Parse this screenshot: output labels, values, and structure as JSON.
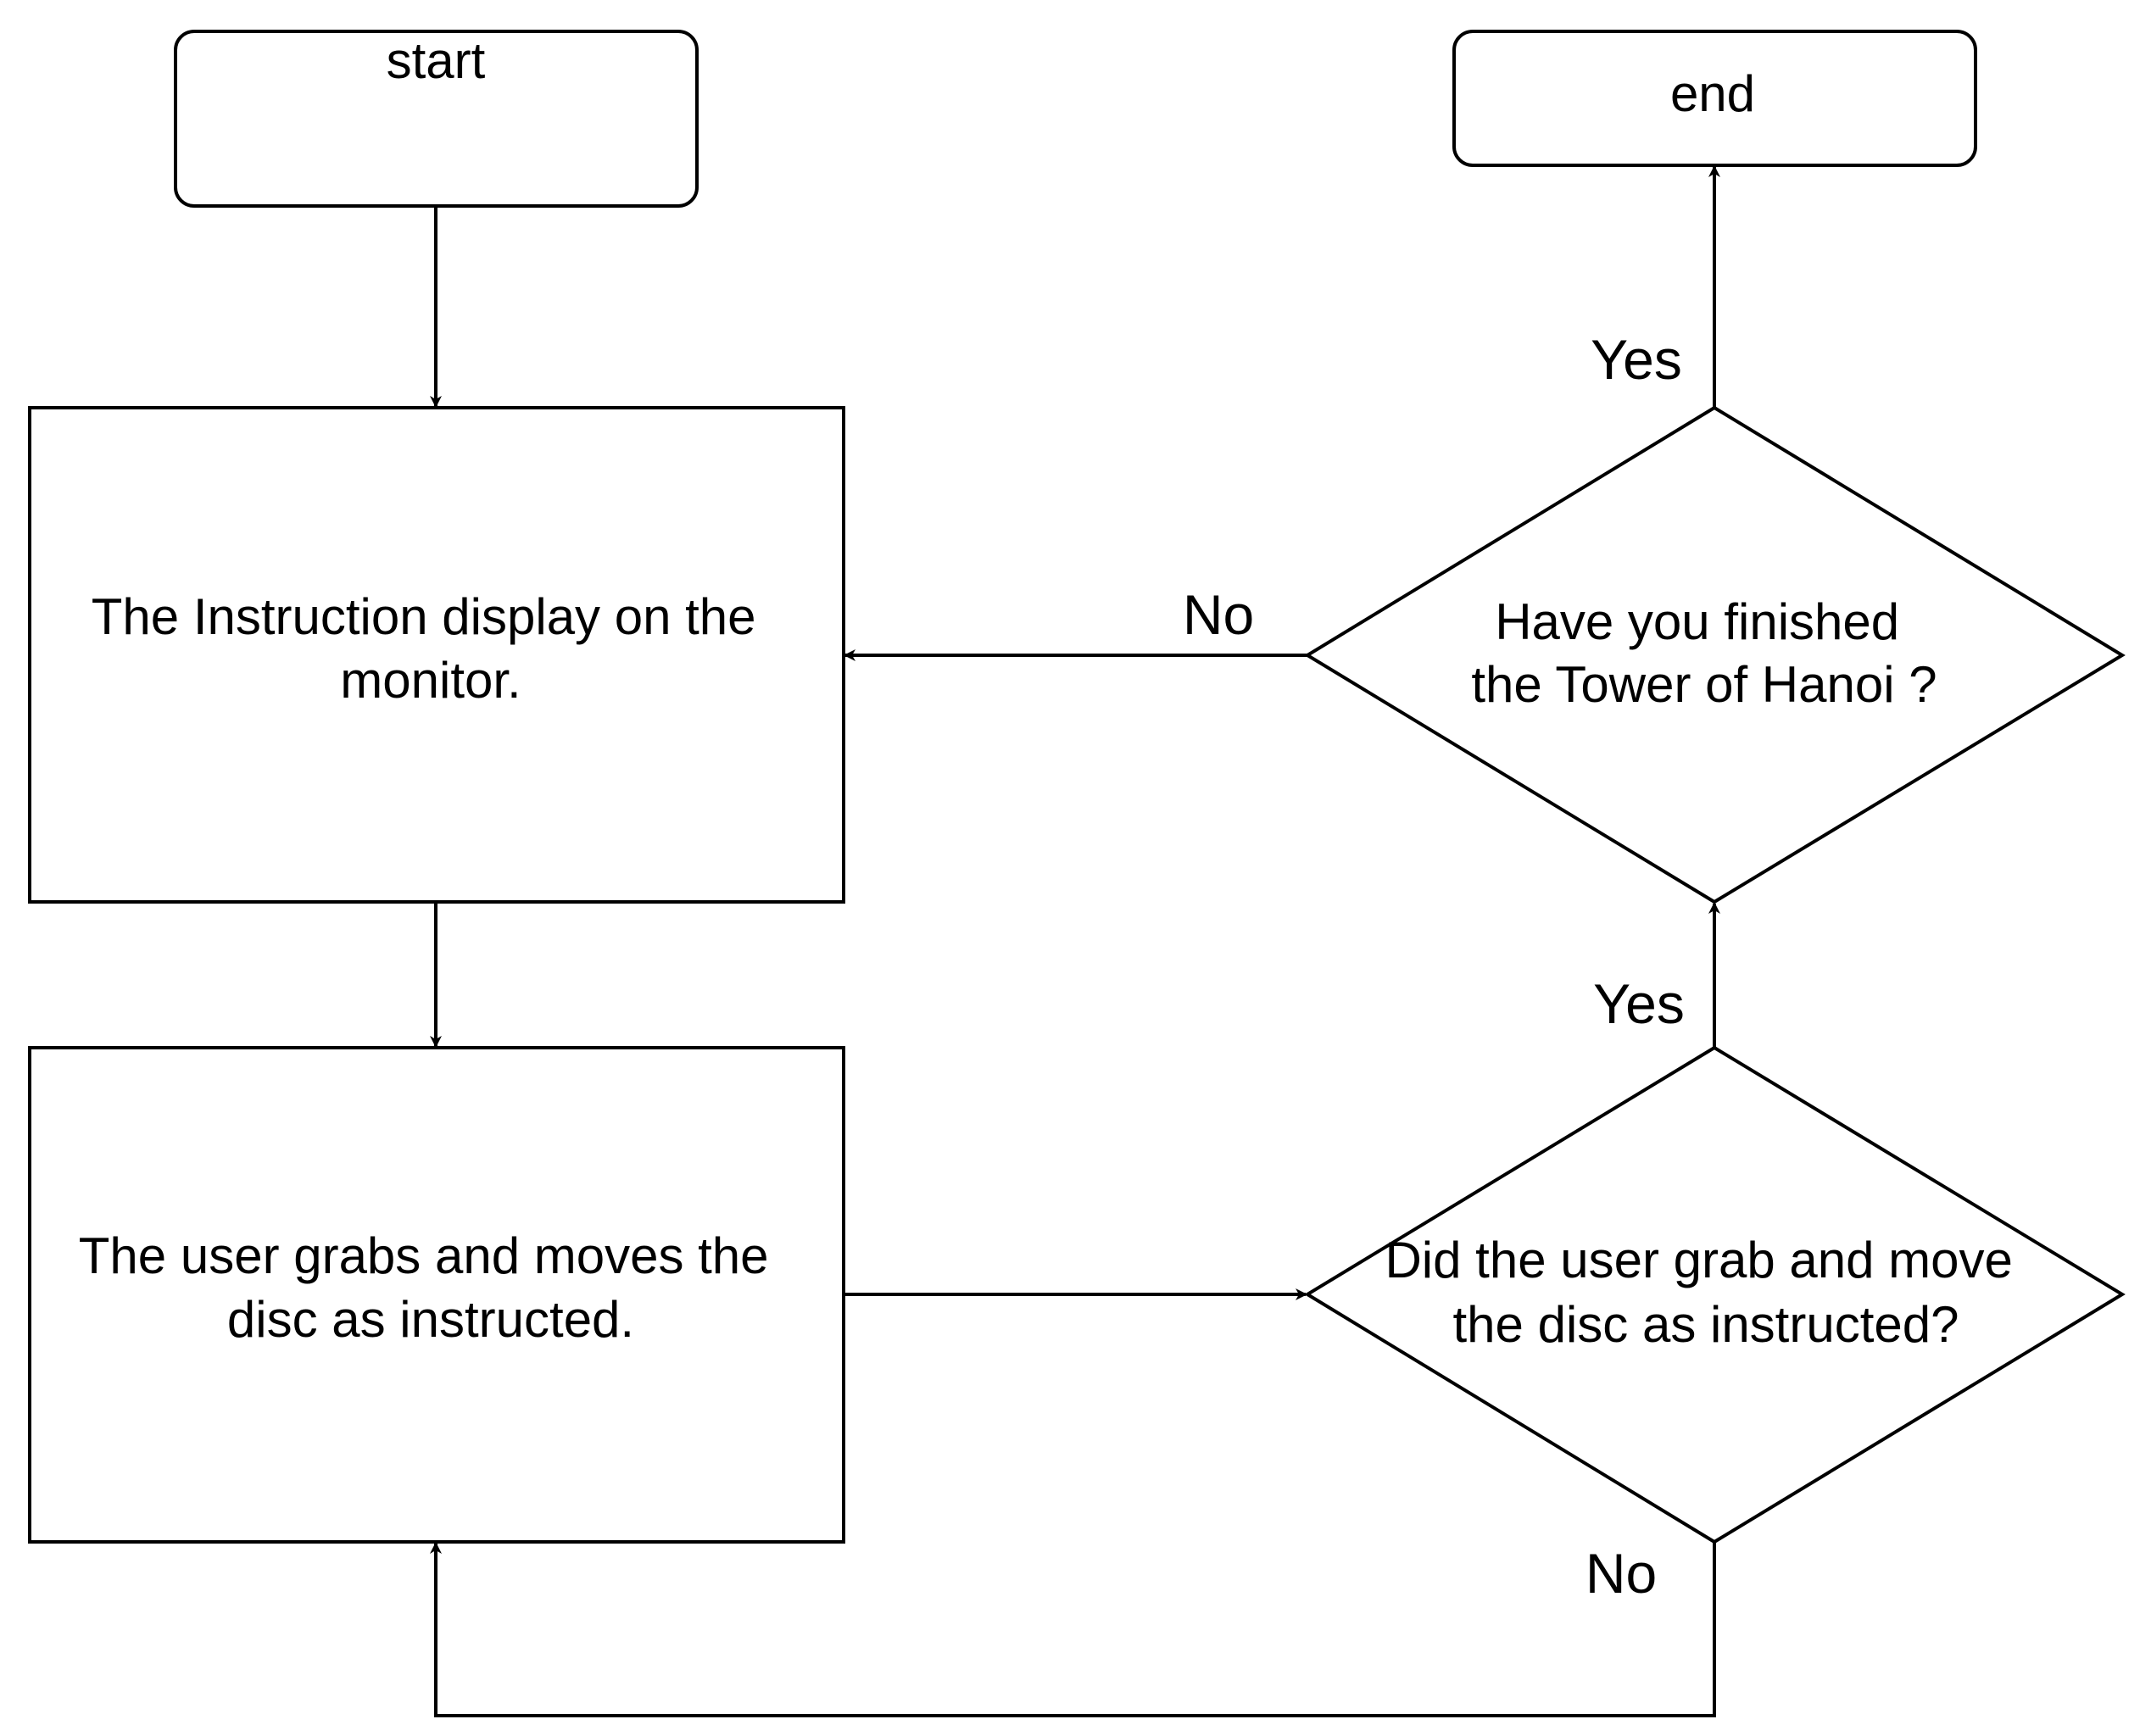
{
  "nodes": {
    "start": {
      "lines": [
        "start"
      ]
    },
    "end": {
      "lines": [
        "end"
      ]
    },
    "instruction": {
      "lines": [
        "The Instruction display on the",
        "monitor."
      ]
    },
    "action": {
      "lines": [
        "The user grabs and moves the",
        "disc as instructed."
      ]
    },
    "decision_finished": {
      "lines": [
        "Have you finished",
        "the Tower of Hanoi ?"
      ]
    },
    "decision_moved": {
      "lines": [
        "Did the user grab and move",
        "the  disc as instructed?"
      ]
    }
  },
  "edge_labels": {
    "finished_yes": "Yes",
    "finished_no": "No",
    "moved_yes": "Yes",
    "moved_no": "No"
  },
  "colors": {
    "stroke": "#000000",
    "fill": "#ffffff",
    "text": "#000000"
  }
}
